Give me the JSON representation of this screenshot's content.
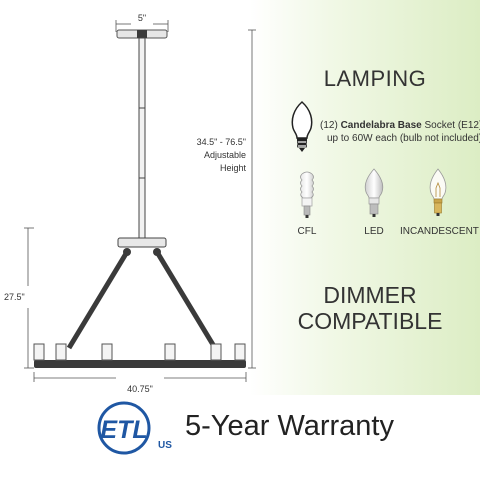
{
  "dimensions": {
    "canopy_width": "5\"",
    "height_range": "34.5\" - 76.5\"",
    "height_label_1": "Adjustable",
    "height_label_2": "Height",
    "fixture_height": "27.5\"",
    "fixture_width": "40.75\""
  },
  "lamping": {
    "title": "LAMPING",
    "socket_prefix": "(12) ",
    "socket_bold": "Candelabra Base",
    "socket_suffix": " Socket (E12)",
    "wattage": "up to 60W each (bulb not included)",
    "bulbs": [
      {
        "label": "CFL",
        "icon": "cfl-bulb-icon"
      },
      {
        "label": "LED",
        "icon": "led-bulb-icon"
      },
      {
        "label": "INCANDESCENT",
        "icon": "incandescent-bulb-icon"
      }
    ]
  },
  "dimmer": {
    "line1": "DIMMER",
    "line2": "COMPATIBLE"
  },
  "certification": {
    "logo_letters": "ETL",
    "logo_country": "US",
    "logo_icon": "etl-listed-logo-icon"
  },
  "warranty": "5-Year Warranty",
  "colors": {
    "panel_green": "#dcedc4",
    "logo_blue": "#1f57a3",
    "fixture_dark": "#3a3a3a"
  }
}
